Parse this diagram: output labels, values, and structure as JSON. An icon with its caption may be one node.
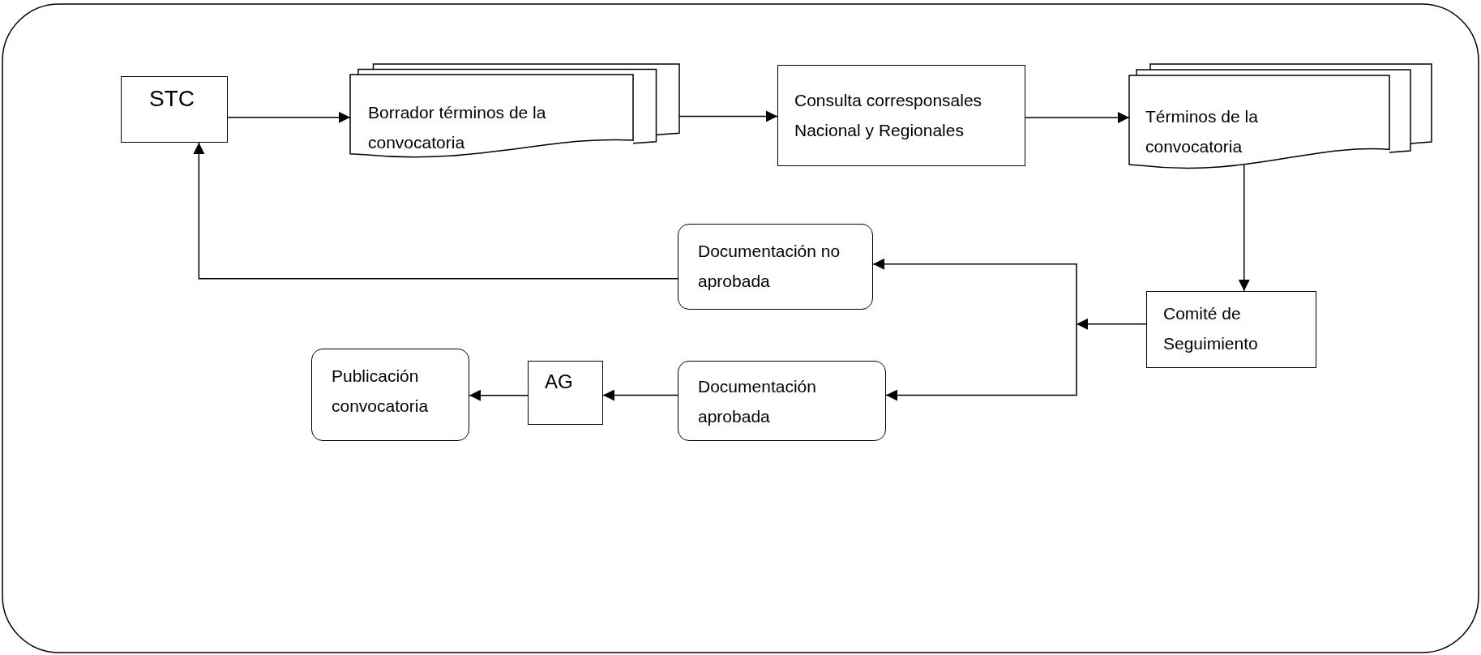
{
  "diagram": {
    "nodes": [
      {
        "text": [
          "STC"
        ]
      },
      {
        "text": [
          "Borrador términos  de  la convocatoria"
        ]
      },
      {
        "text": [
          "Consulta corresponsales Nacional y  Regionales"
        ]
      },
      {
        "text": [
          "Términos de la convocatoria"
        ]
      },
      {
        "text": [
          "Comité de Seguimiento"
        ]
      },
      {
        "text": [
          "Documentación no aprobada"
        ]
      },
      {
        "text": [
          "Documentación aprobada"
        ]
      },
      {
        "text": [
          "AG"
        ]
      },
      {
        "text": [
          "Publicación convocatoria"
        ]
      }
    ],
    "edges": [
      {
        "from": 0,
        "to": 1,
        "arrow": "to"
      },
      {
        "from": 1,
        "to": 2,
        "arrow": "to"
      },
      {
        "from": 2,
        "to": 3,
        "arrow": "to"
      },
      {
        "from": 3,
        "to": 4,
        "arrow": "to"
      },
      {
        "from": 4,
        "to": 5,
        "arrow": "to"
      },
      {
        "from": 4,
        "to": 6,
        "arrow": "to"
      },
      {
        "from": 5,
        "to": 0,
        "arrow": "to"
      },
      {
        "from": 6,
        "to": 7,
        "arrow": "to"
      },
      {
        "from": 7,
        "to": 8,
        "arrow": "to"
      }
    ]
  }
}
